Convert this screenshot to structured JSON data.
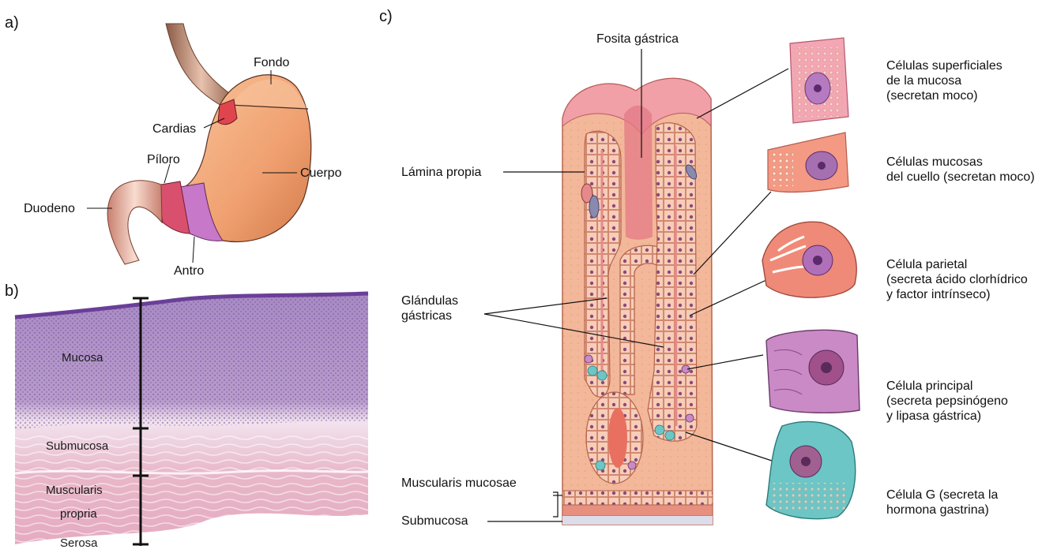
{
  "panels": {
    "a": "a)",
    "b": "b)",
    "c": "c)"
  },
  "stomach": {
    "fondo": "Fondo",
    "cardias": "Cardias",
    "piloro": "Píloro",
    "cuerpo": "Cuerpo",
    "duodeno": "Duodeno",
    "antro": "Antro"
  },
  "histology": {
    "mucosa": "Mucosa",
    "submucosa": "Submucosa",
    "muscularis_1": "Muscularis",
    "muscularis_2": "propria",
    "serosa": "Serosa"
  },
  "gland": {
    "fosita": "Fosita gástrica",
    "lamina": "Lámina propia",
    "glandulas_1": "Glándulas",
    "glandulas_2": "gástricas",
    "muscularis_mucosae": "Muscularis mucosae",
    "submucosa": "Submucosa"
  },
  "cells": [
    {
      "l1": "Células superficiales",
      "l2": "de la mucosa",
      "l3": "(secretan moco)"
    },
    {
      "l1": "Células mucosas",
      "l2": "del cuello (secretan moco)",
      "l3": ""
    },
    {
      "l1": "Célula parietal",
      "l2": "(secreta ácido clorhídrico",
      "l3": "y factor intrínseco)"
    },
    {
      "l1": "Célula principal",
      "l2": "(secreta pepsinógeno",
      "l3": "y lipasa gástrica)"
    },
    {
      "l1": "Célula G (secreta la",
      "l2": "hormona gastrina)",
      "l3": ""
    }
  ],
  "colors": {
    "stomach_body": "#f0a070",
    "fundus": "#f4b88a",
    "cardia": "#e0454d",
    "pylorus": "#d9506e",
    "antrum": "#c878c8",
    "duodenum": "#f0b0a0",
    "histo_mucosa": "#b49ac8",
    "histo_muscle": "#eab8c6",
    "gland_tissue": "#f3b79a",
    "epithelium": "#f6cdb6",
    "parietal_cell": "#f08a78",
    "chief_cell": "#c98ac6",
    "g_cell": "#6cc6c6"
  }
}
